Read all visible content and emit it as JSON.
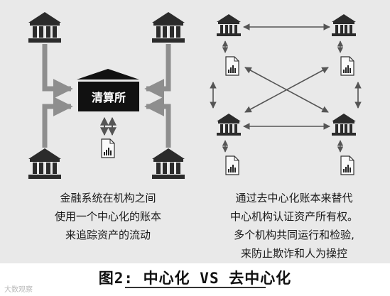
{
  "diagram": {
    "left": {
      "center_label": "清算所",
      "caption_lines": [
        "金融系统在机构之间",
        "使用一个中心化的账本",
        "来追踪资产的流动"
      ]
    },
    "right": {
      "caption_lines": [
        "通过去中心化账本来替代",
        "中心机构认证资产所有权。",
        "多个机构共同运行和检验,",
        "来防止欺诈和人为操控"
      ]
    }
  },
  "title": "图2: 中心化 VS 去中心化",
  "watermark": "大数观察",
  "colors": {
    "background": "#e9e9e9",
    "arrow": "#8e8e8e",
    "bank": "#2b2b2b",
    "clearing_house": "#111111"
  },
  "icons": [
    "bank-icon",
    "clearing-house-icon",
    "ledger-document-icon",
    "double-arrow-icon"
  ]
}
